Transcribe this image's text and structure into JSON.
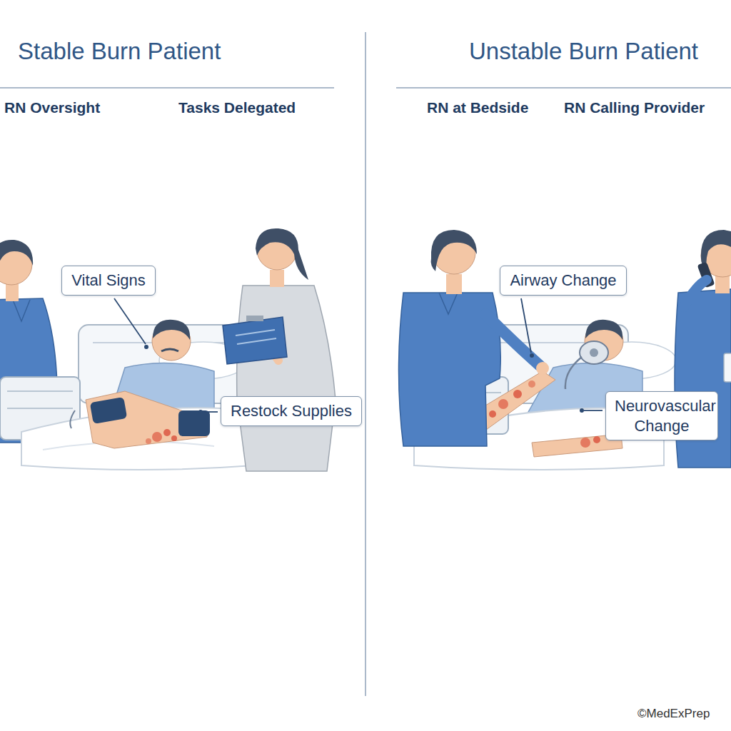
{
  "diagram": {
    "nodes": [
      {
        "text": [
          "Vital Signs"
        ]
      },
      {
        "text": [
          "Restock Supplies"
        ]
      },
      {
        "text": [
          "Airway Change"
        ]
      },
      {
        "text": [
          "Neurovascular Change"
        ]
      }
    ],
    "labels": [
      "Stable Burn Patient",
      "RN Oversight",
      "Tasks Delegated",
      "Unstable Burn Patient",
      "RN at Bedside",
      "RN Calling Provider",
      "©MedExPrep"
    ]
  }
}
